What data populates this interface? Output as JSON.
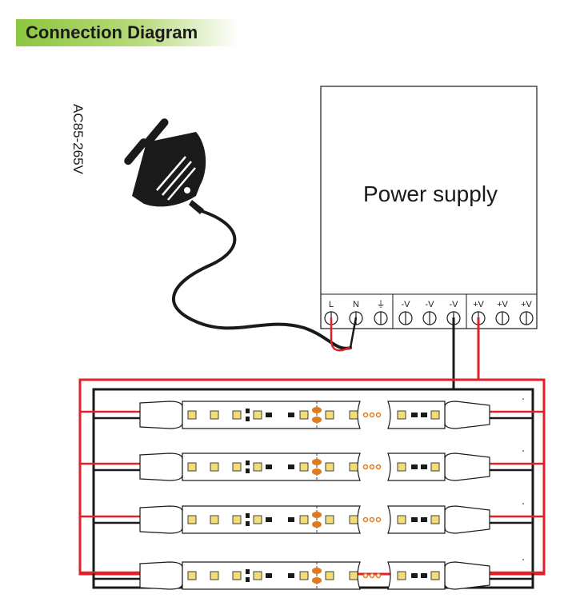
{
  "heading": "Connection Diagram",
  "voltage_label": "AC85-265V",
  "power_supply": {
    "title": "Power supply",
    "terminals": [
      "L",
      "N",
      "⏚",
      "-V",
      "-V",
      "-V",
      "+V",
      "+V",
      "+V"
    ]
  },
  "led_strips": {
    "count": 4
  },
  "colors": {
    "heading_bg": "#8cc63f",
    "positive_wire": "#e32028",
    "negative_wire": "#1a1a1a",
    "led_warm": "#f2dd7a",
    "resistor": "#e07a1f"
  }
}
